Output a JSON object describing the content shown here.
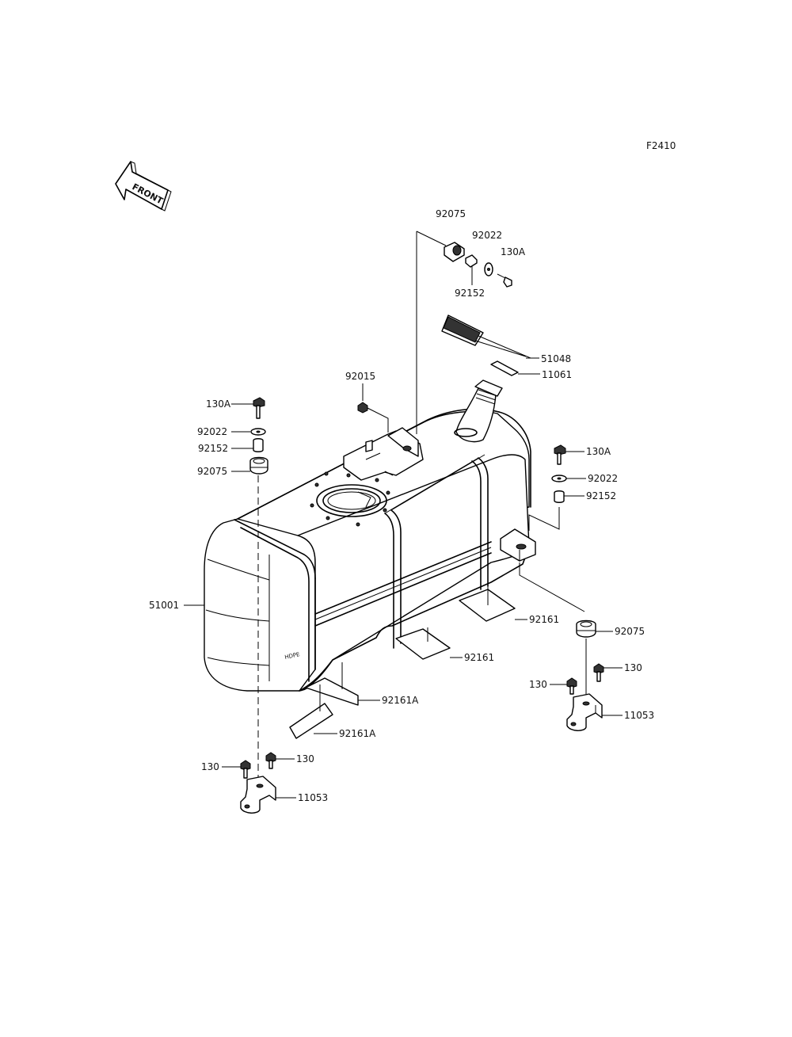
{
  "figure_code": "F2410",
  "front_label": "FRONT",
  "tank_text": "HDPE",
  "labels": {
    "p92075_top": "92075",
    "p92022_top": "92022",
    "p130A_top": "130A",
    "p92152_top": "92152",
    "p51048": "51048",
    "p11061": "11061",
    "p92015": "92015",
    "p130A_left": "130A",
    "p92022_left": "92022",
    "p92152_left": "92152",
    "p92075_left": "92075",
    "p130A_right": "130A",
    "p92022_right": "92022",
    "p92152_right": "92152",
    "p51001": "51001",
    "p92161_a": "92161",
    "p92075_right": "92075",
    "p92161_b": "92161",
    "p130_right_a": "130",
    "p130_right_b": "130",
    "p11053_right": "11053",
    "p92161A_a": "92161A",
    "p92161A_b": "92161A",
    "p130_left_a": "130",
    "p130_left_b": "130",
    "p11053_left": "11053"
  }
}
